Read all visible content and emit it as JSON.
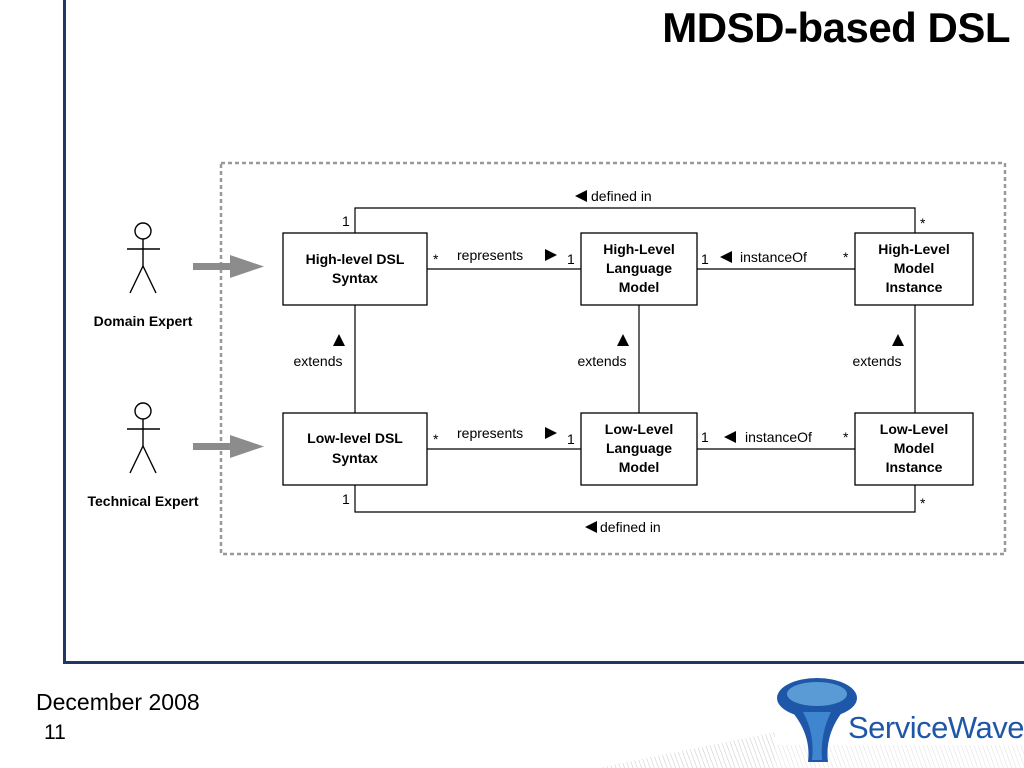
{
  "slide": {
    "title": "MDSD-based DSL",
    "footer_date": "December 2008",
    "page_number": "11",
    "logo_text": "ServiceWave",
    "colors": {
      "frame": "#1f3864",
      "logo": "#1f57a8",
      "actor_arrow": "#8c8c8c",
      "dashed_border": "#999999"
    }
  },
  "diagram": {
    "actors": [
      {
        "name": "Domain Expert"
      },
      {
        "name": "Technical Expert"
      }
    ],
    "boxes": {
      "hl_syntax": [
        "High-level DSL",
        "Syntax"
      ],
      "hl_language": [
        "High-Level",
        "Language",
        "Model"
      ],
      "hl_instance": [
        "High-Level",
        "Model",
        "Instance"
      ],
      "ll_syntax": [
        "Low-level DSL",
        "Syntax"
      ],
      "ll_language": [
        "Low-Level",
        "Language",
        "Model"
      ],
      "ll_instance": [
        "Low-Level",
        "Model",
        "Instance"
      ]
    },
    "relations": {
      "defined_in": "defined in",
      "represents": "represents",
      "instance_of": "instanceOf",
      "extends": "extends"
    },
    "multiplicity": {
      "one": "1",
      "many": "*"
    }
  }
}
